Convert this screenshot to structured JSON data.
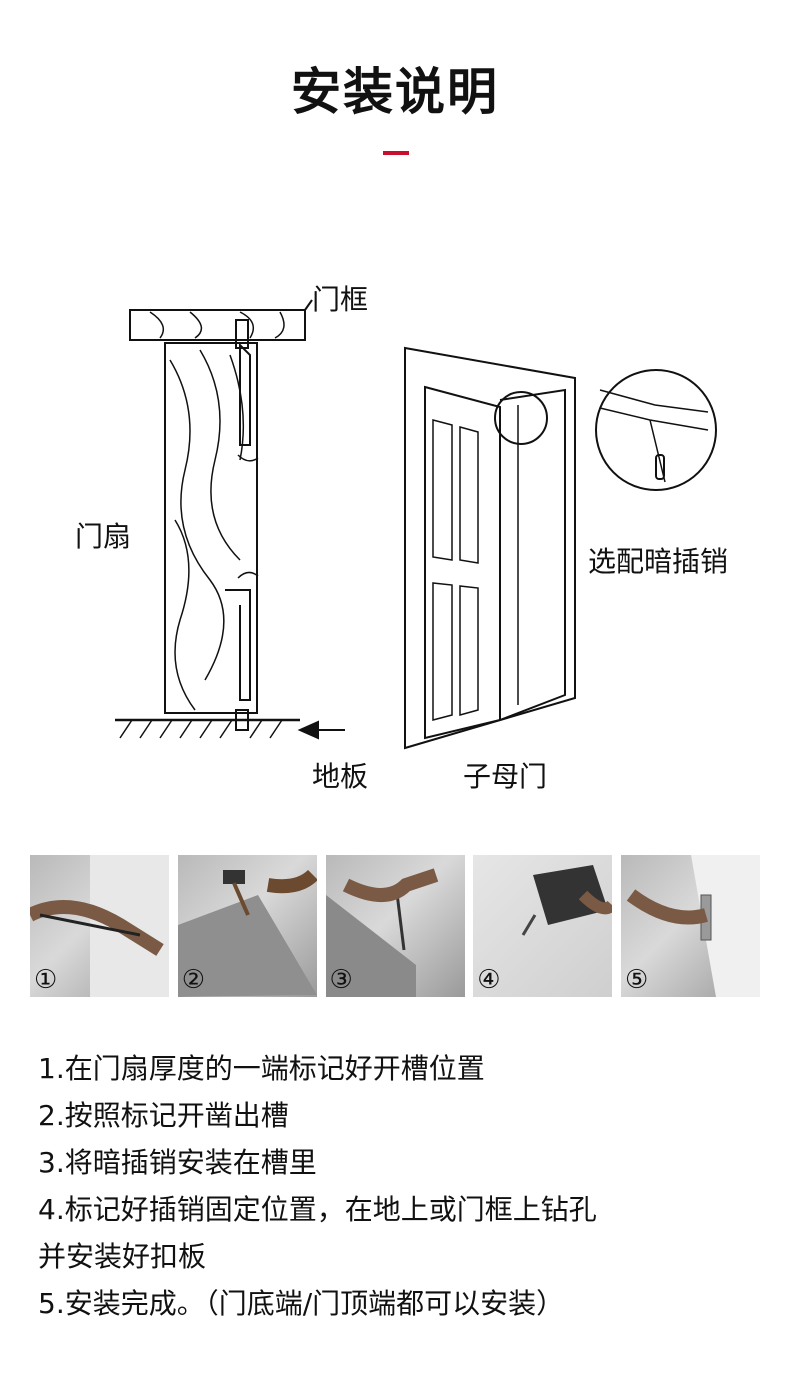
{
  "header": {
    "title": "安装说明"
  },
  "diagram": {
    "label_frame": "门框",
    "label_leaf": "门扇",
    "label_floor": "地板",
    "label_double_door": "子母门",
    "label_optional_bolt": "选配暗插销"
  },
  "photos": [
    {
      "step": "①"
    },
    {
      "step": "②"
    },
    {
      "step": "③"
    },
    {
      "step": "④"
    },
    {
      "step": "⑤"
    }
  ],
  "instructions": [
    "1.在门扇厚度的一端标记好开槽位置",
    "2.按照标记开凿出槽",
    "3.将暗插销安装在槽里",
    "4.标记好插销固定位置，在地上或门框上钻孔",
    "并安装好扣板",
    "5.安装完成。（门底端/门顶端都可以安装）"
  ]
}
